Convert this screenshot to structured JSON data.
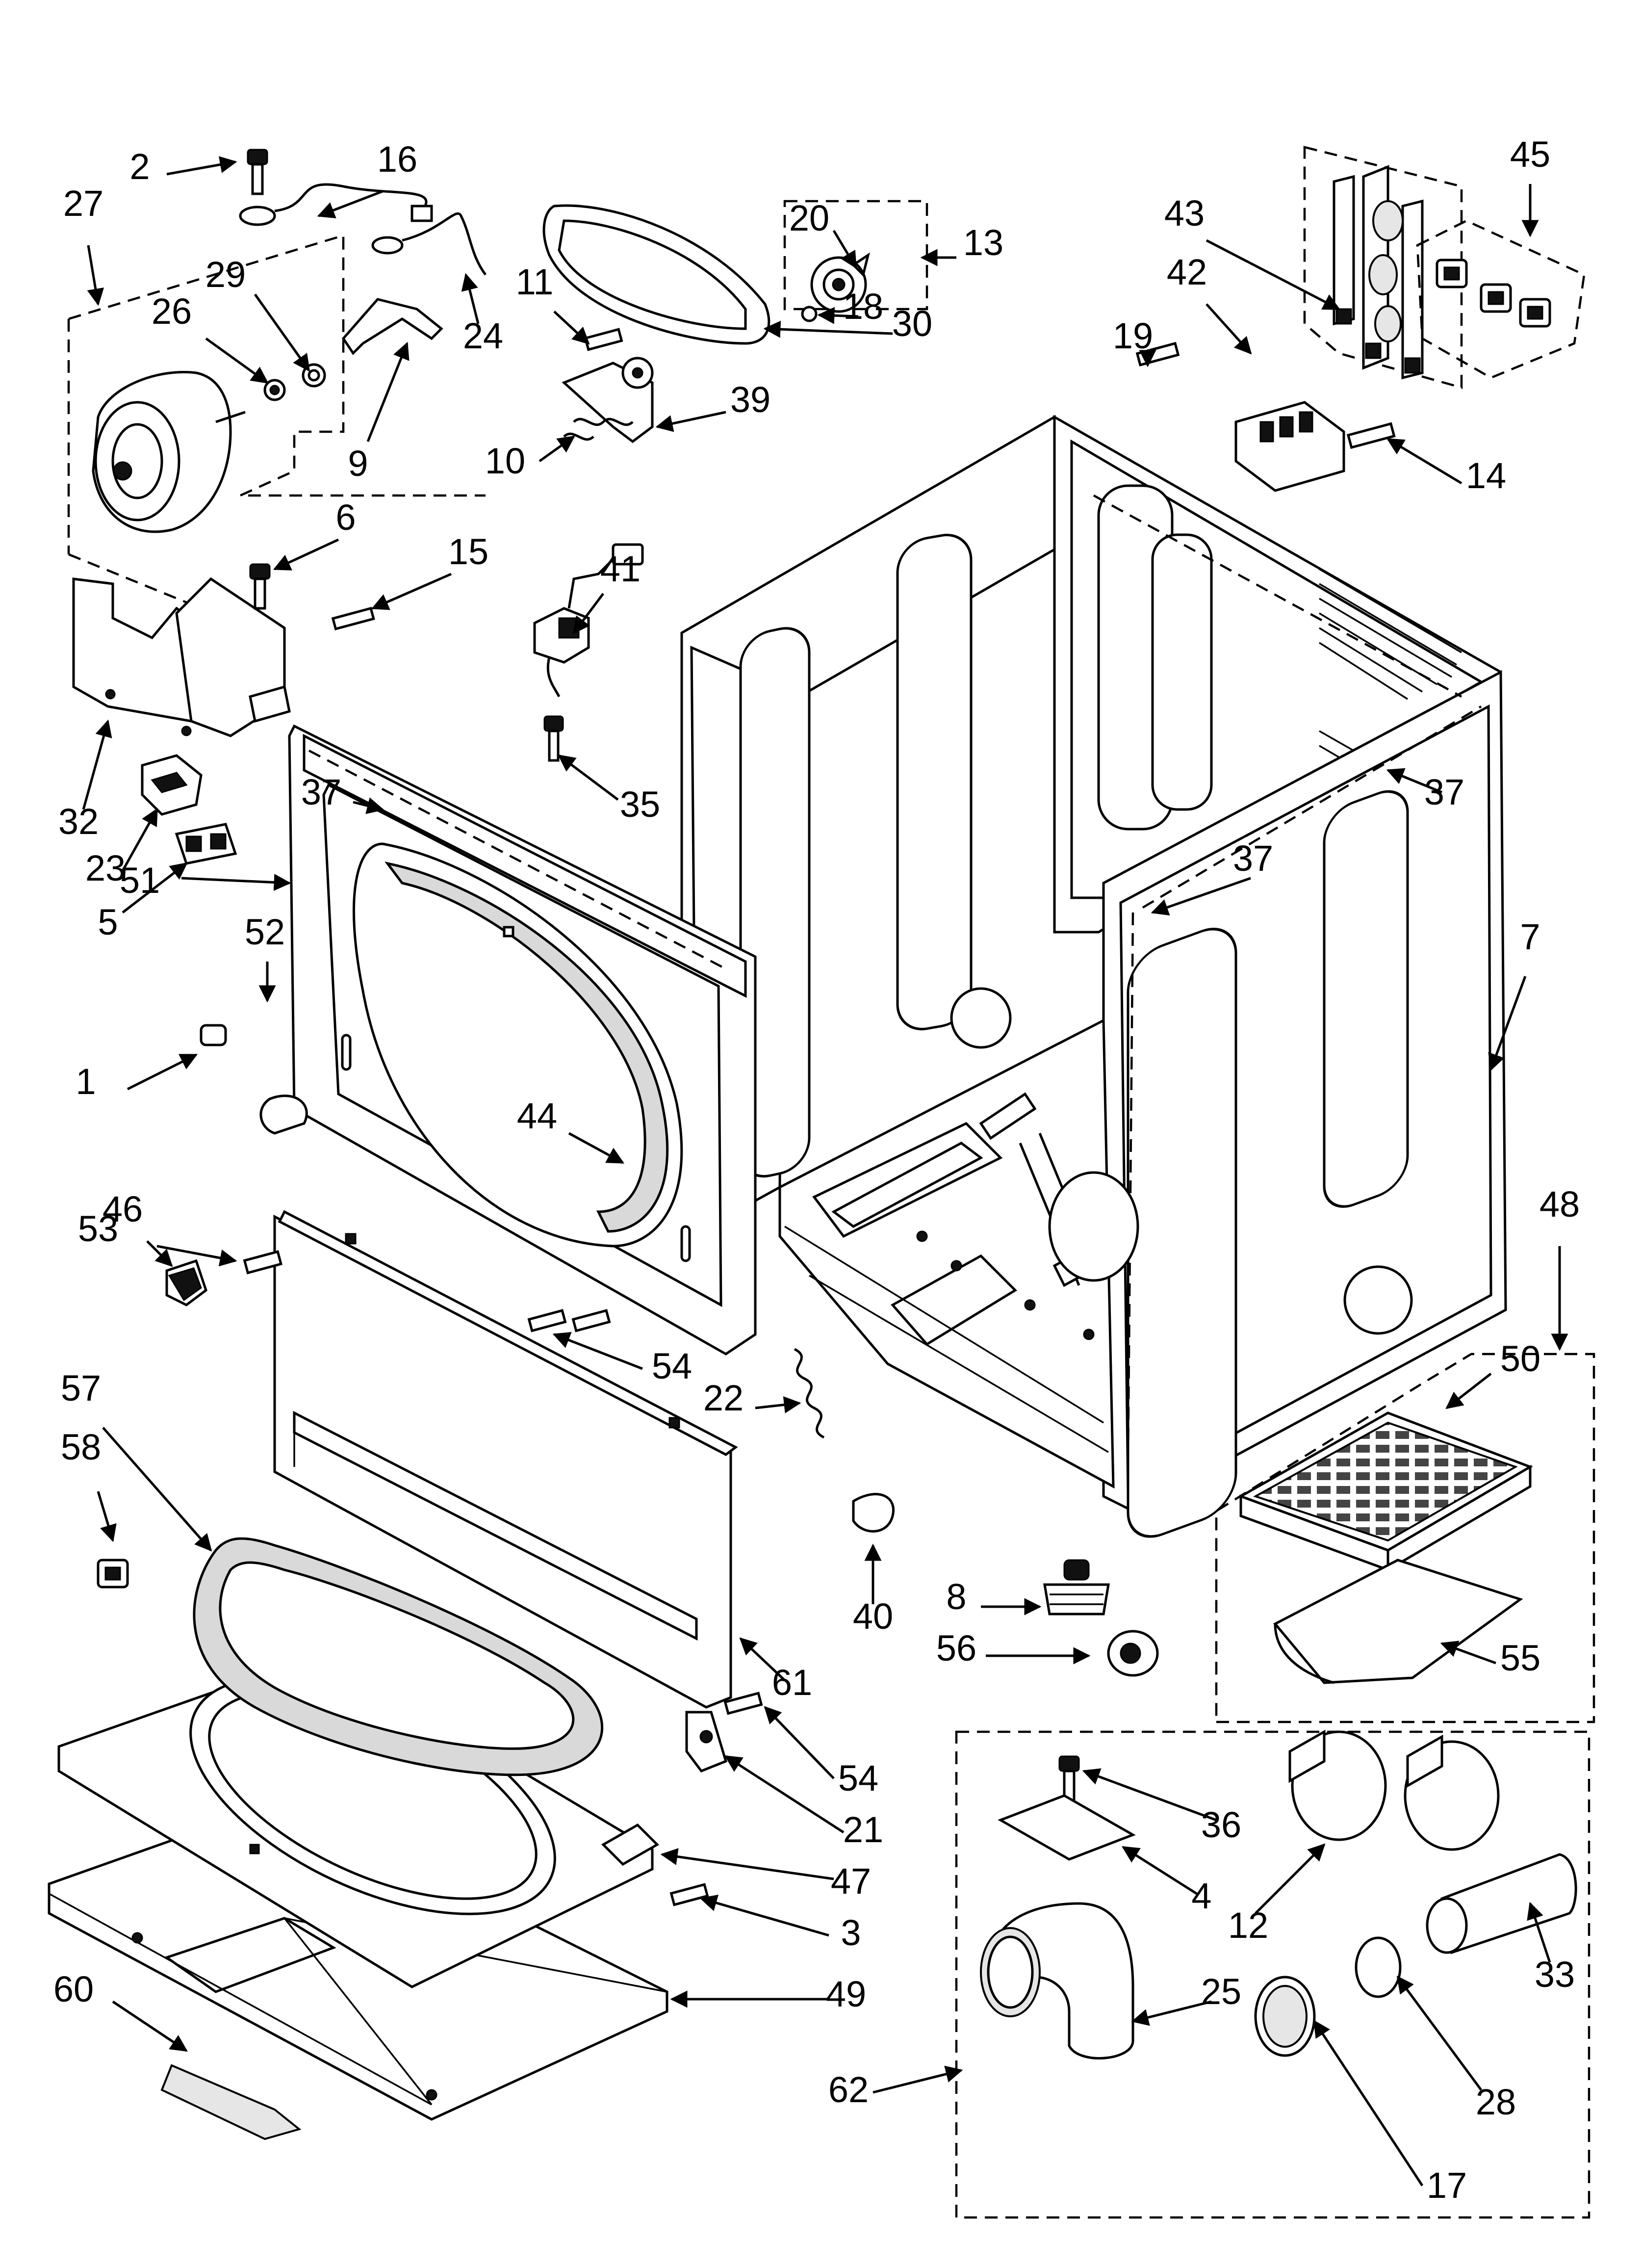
{
  "diagram": {
    "labels": [
      "1",
      "2",
      "3",
      "4",
      "5",
      "6",
      "7",
      "8",
      "9",
      "10",
      "11",
      "12",
      "13",
      "14",
      "15",
      "16",
      "17",
      "18",
      "19",
      "20",
      "21",
      "22",
      "23",
      "24",
      "25",
      "26",
      "27",
      "28",
      "29",
      "30",
      "32",
      "33",
      "35",
      "36",
      "37",
      "37",
      "37",
      "39",
      "40",
      "41",
      "42",
      "43",
      "44",
      "45",
      "46",
      "47",
      "48",
      "49",
      "50",
      "51",
      "52",
      "53",
      "54",
      "54",
      "55",
      "56",
      "57",
      "58",
      "60",
      "61",
      "62"
    ]
  }
}
